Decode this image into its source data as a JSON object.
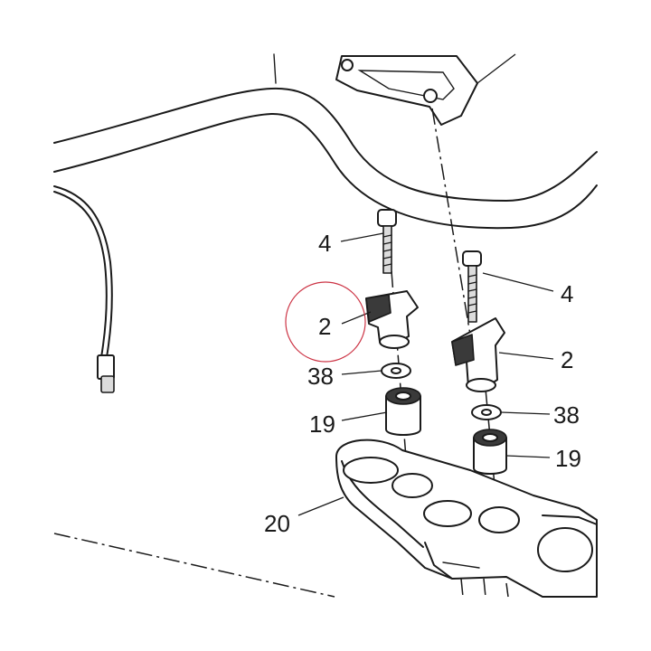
{
  "callouts": {
    "bolt_left": "4",
    "bolt_right": "4",
    "riser_left": "2",
    "riser_right": "2",
    "washer_left": "38",
    "washer_right": "38",
    "bushing_left": "19",
    "bushing_right": "19",
    "top_yoke": "20"
  },
  "highlight": {
    "color": "#cc3344",
    "target": "2"
  }
}
